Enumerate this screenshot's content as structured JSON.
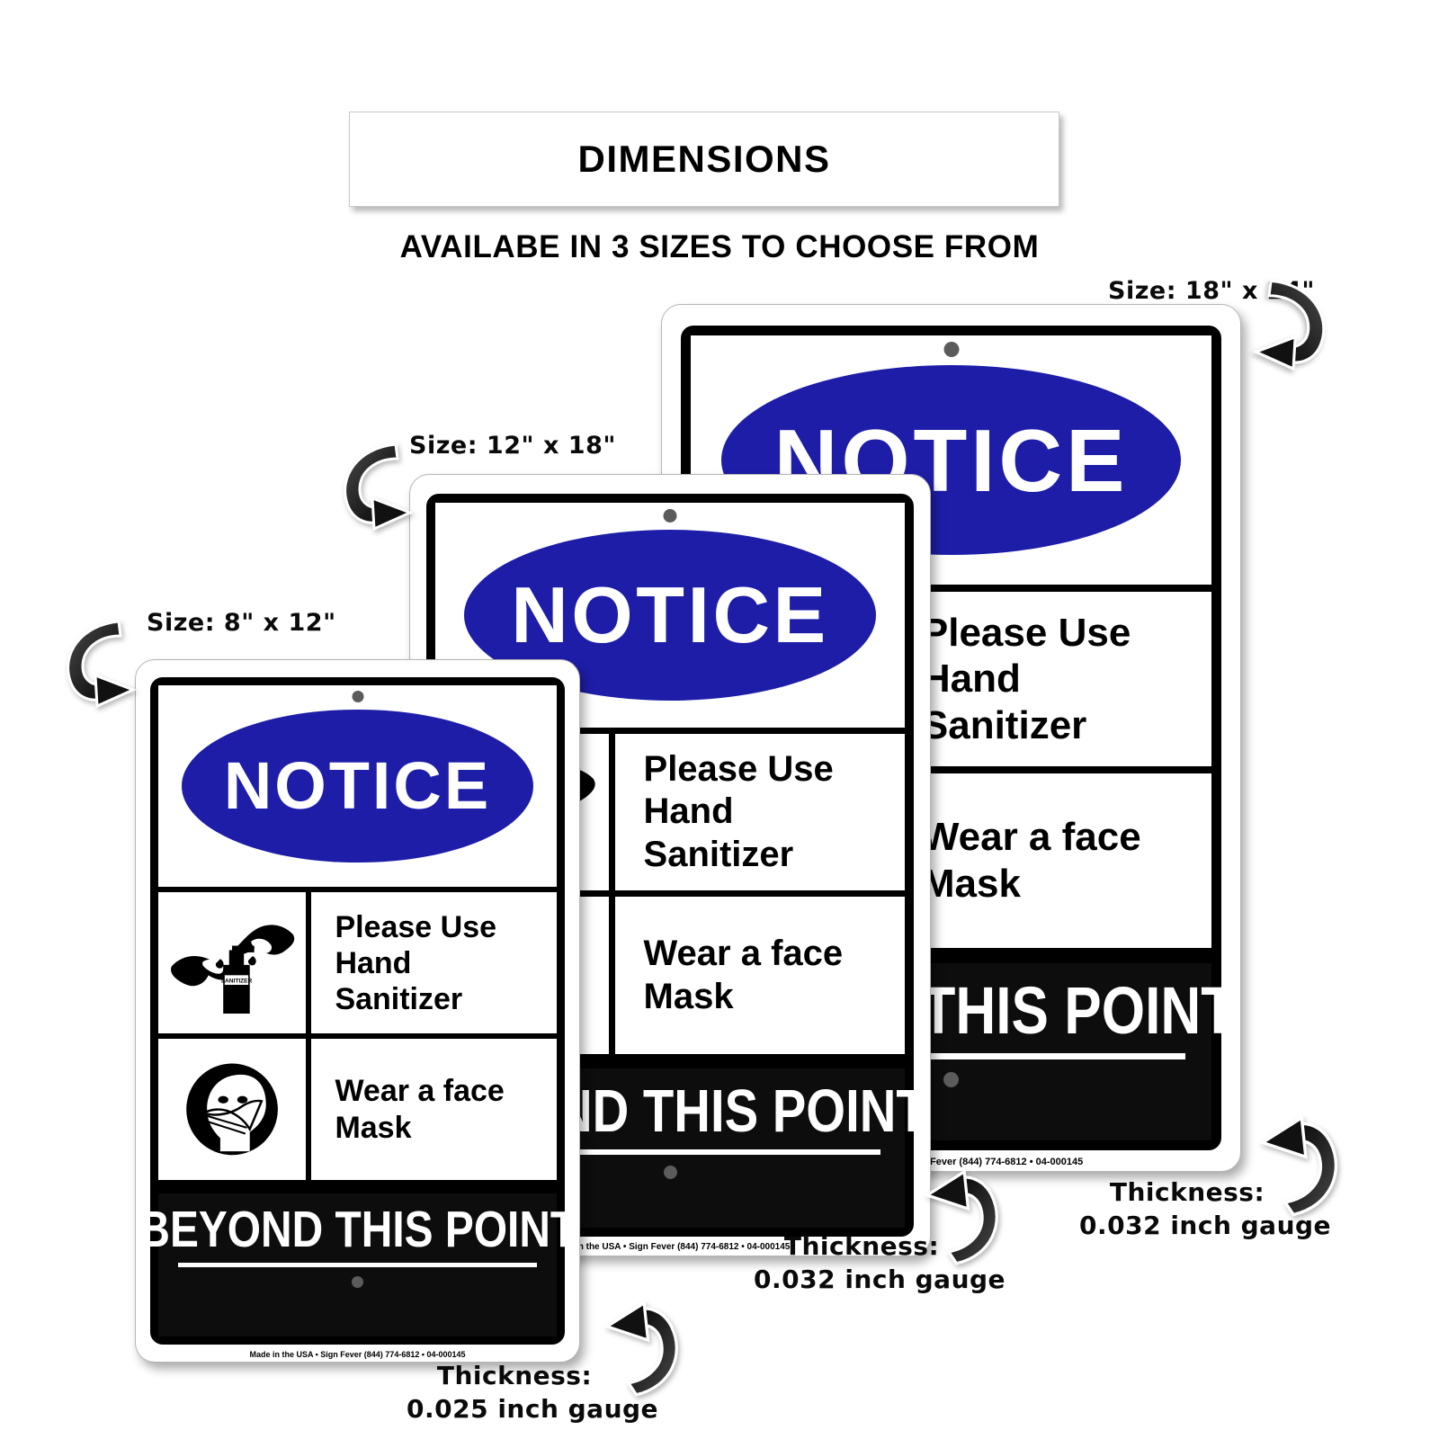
{
  "header": {
    "title": "DIMENSIONS",
    "subtitle": "AVAILABE IN 3 SIZES TO CHOOSE FROM"
  },
  "sign_content": {
    "notice_word": "NOTICE",
    "row1_text": "Please Use\nHand Sanitizer",
    "row1_line1": "Please Use",
    "row1_line2": "Hand Sanitizer",
    "row2_line1": "Wear a face",
    "row2_line2": "Mask",
    "band_text": "BEYOND THIS POINT",
    "fineprint": "Made in the USA • Sign Fever (844) 774-6812 • 04-000145",
    "sanitizer_label": "SANITIZER",
    "notice_ellipse_color": "#1d1da8",
    "band_color": "#0d0d0d"
  },
  "signs": [
    {
      "id": "small",
      "size_label": "Size: 8\" x 12\"",
      "thickness_line1": "Thickness:",
      "thickness_line2": "0.025 inch gauge"
    },
    {
      "id": "medium",
      "size_label": "Size: 12\" x 18\"",
      "thickness_line1": "Thickness:",
      "thickness_line2": "0.032 inch gauge"
    },
    {
      "id": "large",
      "size_label": "Size: 18\" x 24\"",
      "thickness_line1": "Thickness:",
      "thickness_line2": "0.032 inch gauge"
    }
  ]
}
